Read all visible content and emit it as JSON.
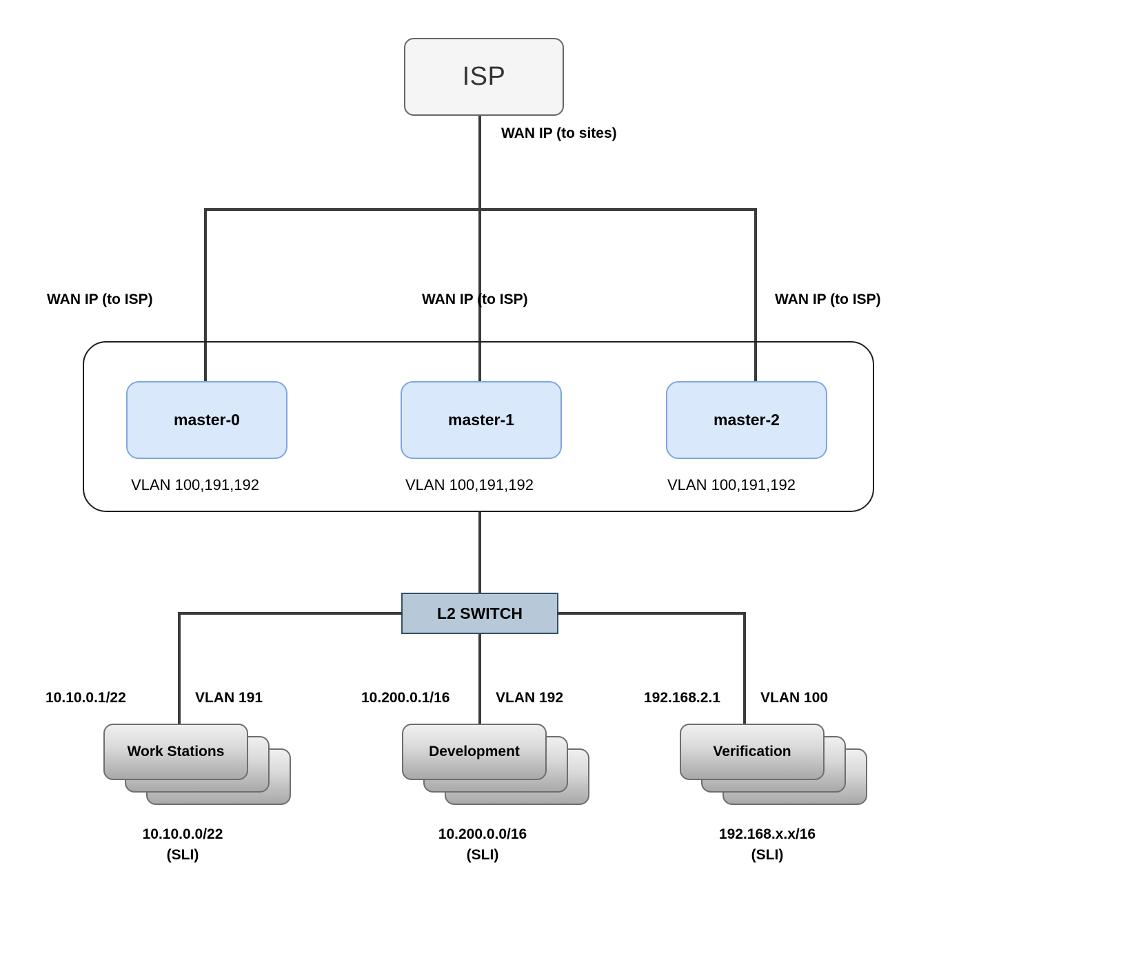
{
  "diagram": {
    "title": "Network topology",
    "colors": {
      "isp_fill": "#f5f5f5",
      "isp_stroke": "#666666",
      "master_fill": "#dae8fc",
      "master_stroke": "#7ea6e0",
      "switch_fill": "#b7c9d8",
      "switch_stroke": "#2f5268",
      "stack_stroke": "#6e6e6e",
      "line": "#3b3b3b",
      "cluster_stroke": "#1f1f1f",
      "background": "#ffffff"
    }
  },
  "isp": {
    "label": "ISP",
    "downlink_label": "WAN IP (to sites)"
  },
  "uplinks": [
    {
      "label": "WAN IP (to ISP)"
    },
    {
      "label": "WAN IP (to ISP)"
    },
    {
      "label": "WAN IP (to ISP)"
    }
  ],
  "masters": [
    {
      "label": "master-0",
      "vlans": "VLAN 100,191,192"
    },
    {
      "label": "master-1",
      "vlans": "VLAN 100,191,192"
    },
    {
      "label": "master-2",
      "vlans": "VLAN 100,191,192"
    }
  ],
  "switch": {
    "label": "L2 SWITCH"
  },
  "hosts": [
    {
      "label": "Work Stations",
      "gateway": "10.10.0.1/22",
      "vlan": "VLAN 191",
      "subnet": "10.10.0.0/22",
      "note": "(SLI)"
    },
    {
      "label": "Development",
      "gateway": "10.200.0.1/16",
      "vlan": "VLAN 192",
      "subnet": "10.200.0.0/16",
      "note": "(SLI)"
    },
    {
      "label": "Verification",
      "gateway": "192.168.2.1",
      "vlan": "VLAN 100",
      "subnet": "192.168.x.x/16",
      "note": "(SLI)"
    }
  ]
}
